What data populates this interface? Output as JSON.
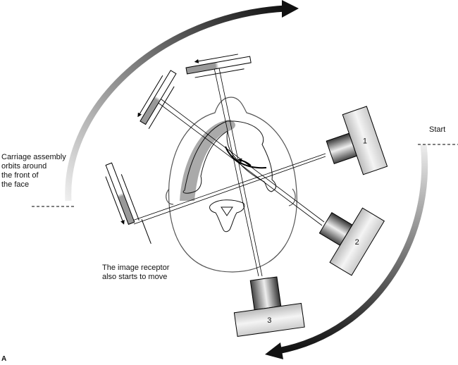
{
  "labels": {
    "carriage": "Carriage assembly\norbits around\nthe front of\nthe face",
    "start": "Start",
    "receptor": "The image receptor\nalso starts to move",
    "figure_letter": "A"
  },
  "tubeheads": [
    {
      "number": "1"
    },
    {
      "number": "2"
    },
    {
      "number": "3"
    }
  ]
}
